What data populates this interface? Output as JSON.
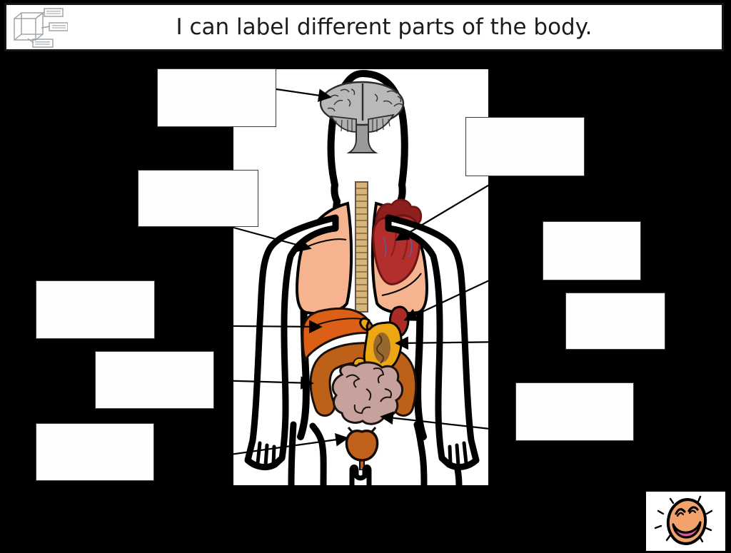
{
  "header": {
    "title": "I can label different parts of the body.",
    "icon": "labeled-cube-diagram-icon"
  },
  "diagram": {
    "figure": "human-body-outline-with-internal-organs",
    "organs": [
      {
        "name": "brain",
        "color": "#b9b9b9"
      },
      {
        "name": "trachea",
        "color": "#d9b478"
      },
      {
        "name": "lungs",
        "color": "#f5b48f"
      },
      {
        "name": "heart",
        "color": "#b22f2e"
      },
      {
        "name": "liver",
        "color": "#dc5f17"
      },
      {
        "name": "spleen",
        "color": "#ac2b24"
      },
      {
        "name": "stomach",
        "color": "#eda712"
      },
      {
        "name": "large-intestine",
        "color": "#bd6018"
      },
      {
        "name": "small-intestine",
        "color": "#c7a19c"
      },
      {
        "name": "bladder",
        "color": "#c2611c"
      }
    ]
  },
  "label_boxes": [
    {
      "id": "brain",
      "side": "left",
      "points_to": "brain",
      "value": ""
    },
    {
      "id": "lung",
      "side": "left",
      "points_to": "lung",
      "value": ""
    },
    {
      "id": "liver",
      "side": "left",
      "points_to": "liver",
      "value": ""
    },
    {
      "id": "large-intestine",
      "side": "left",
      "points_to": "large intestine",
      "value": ""
    },
    {
      "id": "bladder",
      "side": "left",
      "points_to": "bladder",
      "value": ""
    },
    {
      "id": "heart",
      "side": "right",
      "points_to": "heart",
      "value": ""
    },
    {
      "id": "spleen",
      "side": "right",
      "points_to": "spleen",
      "value": ""
    },
    {
      "id": "stomach",
      "side": "right",
      "points_to": "stomach",
      "value": ""
    },
    {
      "id": "small-intestine",
      "side": "right",
      "points_to": "small intestine",
      "value": ""
    }
  ],
  "footer": {
    "icon": "happy-face-icon"
  }
}
